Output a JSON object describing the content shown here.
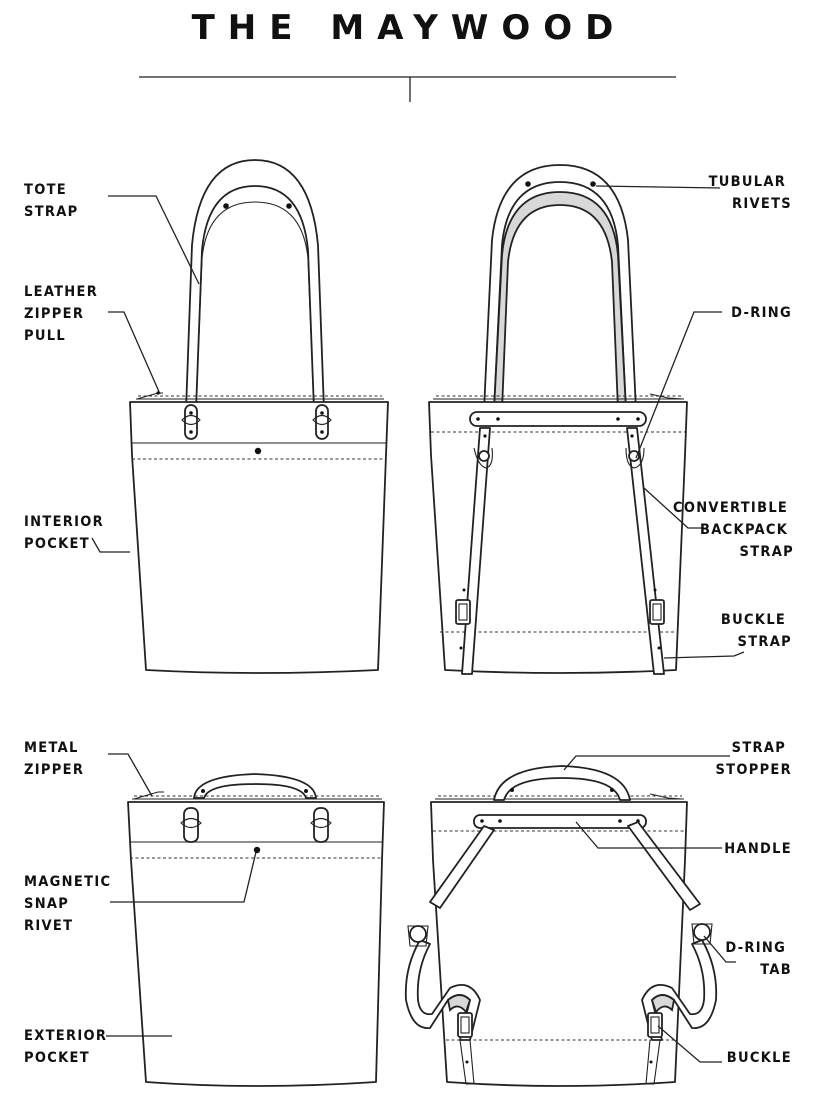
{
  "title": "THE MAYWOOD",
  "labels": {
    "tote_strap": [
      "TOTE",
      "STRAP"
    ],
    "leather_zipper_pull": [
      "LEATHER",
      "ZIPPER",
      "PULL"
    ],
    "interior_pocket": [
      "INTERIOR",
      "POCKET"
    ],
    "tubular_rivets": [
      "TUBULAR",
      "RIVETS"
    ],
    "d_ring": [
      "D-RING"
    ],
    "convertible_backpack_strap": [
      "CONVERTIBLE",
      "BACKPACK",
      "STRAP"
    ],
    "buckle_strap": [
      "BUCKLE",
      "STRAP"
    ],
    "metal_zipper": [
      "METAL",
      "ZIPPER"
    ],
    "magnetic_snap_rivet": [
      "MAGNETIC",
      "SNAP",
      "RIVET"
    ],
    "exterior_pocket": [
      "EXTERIOR",
      "POCKET"
    ],
    "strap_stopper": [
      "STRAP",
      "STOPPER"
    ],
    "handle": [
      "HANDLE"
    ],
    "d_ring_tab": [
      "D-RING",
      "TAB"
    ],
    "buckle": [
      "BUCKLE"
    ]
  },
  "colors": {
    "ink": "#111111",
    "background": "#ffffff",
    "strap_shade": "#d8d8d8"
  }
}
